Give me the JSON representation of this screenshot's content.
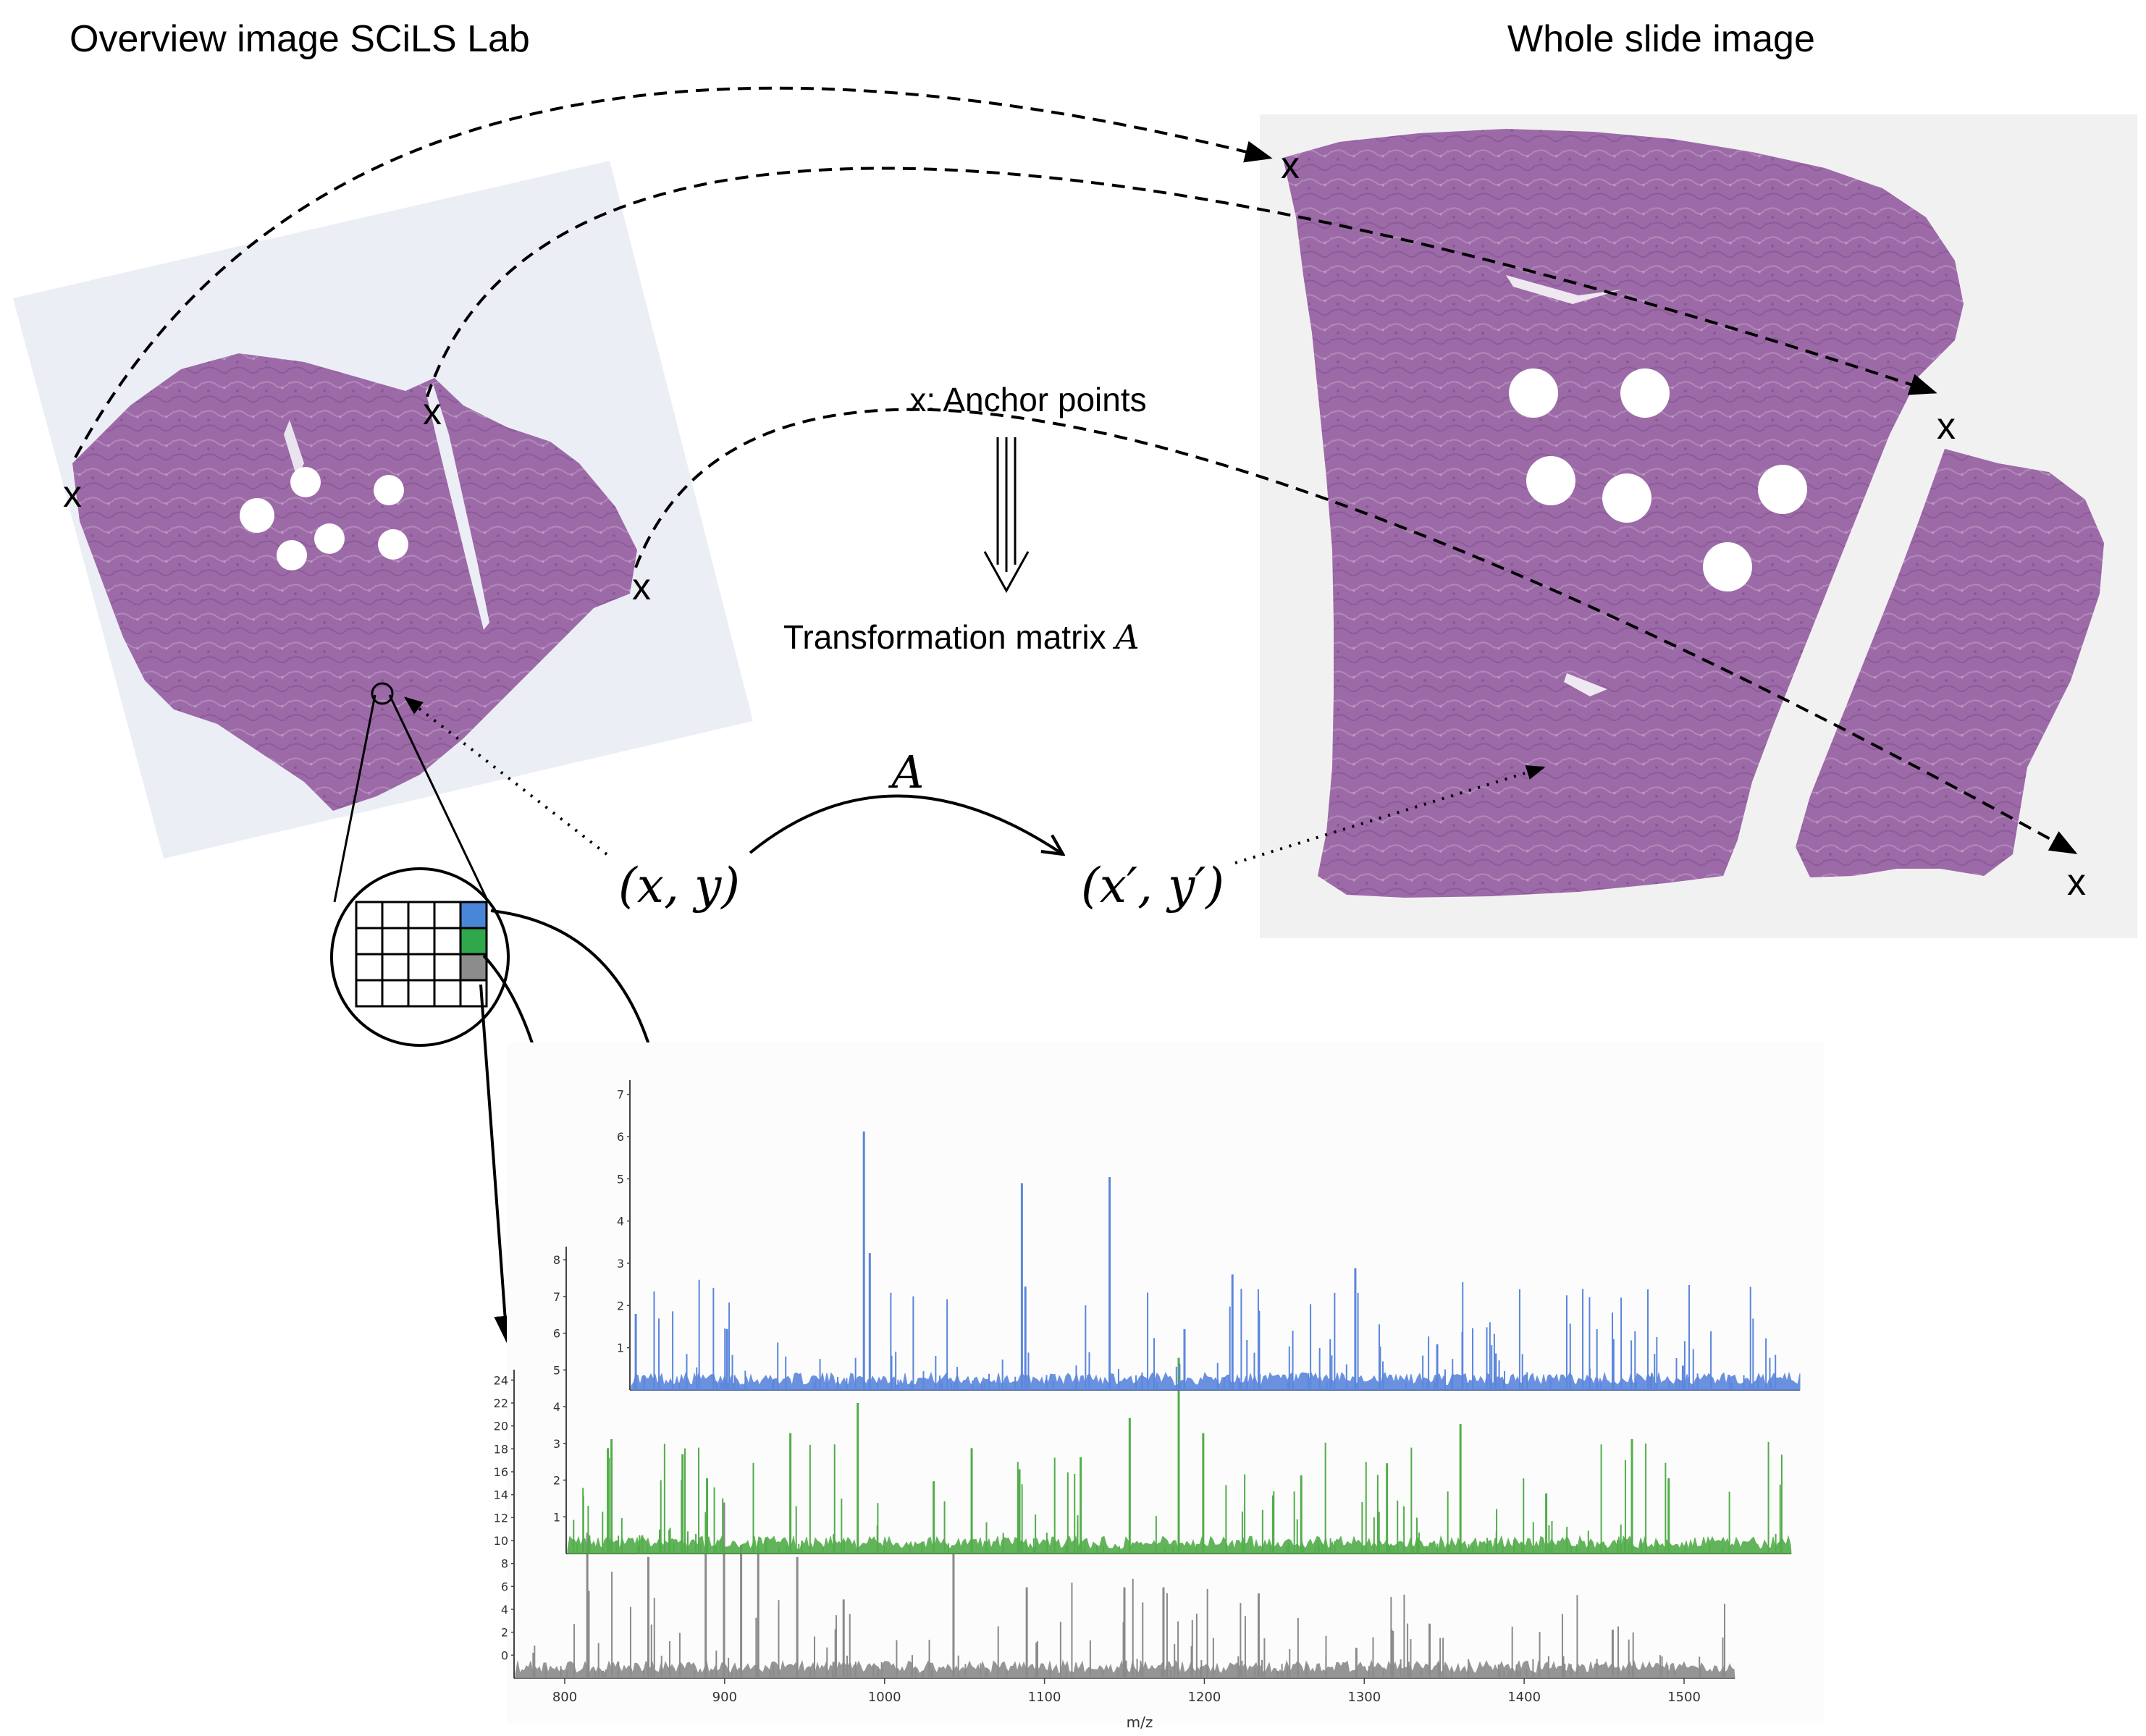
{
  "titles": {
    "left": "Overview image SCiLS Lab",
    "right": "Whole slide image"
  },
  "anchor_marker": "x",
  "legend": {
    "anchor_points": "x: Anchor points",
    "transformation_prefix": "Transformation matrix ",
    "transformation_symbol": "A"
  },
  "mapping": {
    "arrow_label": "A",
    "source_coords": "(x, y)",
    "target_coords": "(x′, y′)"
  },
  "spectra": {
    "xlabel": "m/z",
    "x_ticks": [
      "800",
      "900",
      "1000",
      "1100",
      "1200",
      "1300",
      "1400",
      "1500"
    ],
    "blue_yticks": [
      "1",
      "2",
      "3",
      "4",
      "5",
      "6",
      "7"
    ],
    "green_yticks": [
      "1",
      "2",
      "3",
      "4",
      "5",
      "6",
      "7",
      "8"
    ],
    "gray_yticks": [
      "0",
      "2",
      "4",
      "6",
      "8",
      "10",
      "12",
      "14",
      "16",
      "18",
      "20",
      "22",
      "24"
    ]
  },
  "colors": {
    "tissue": "#9d6aa8",
    "tissue_dark": "#8a5798",
    "slide_bg": "#eceef6",
    "wsi_bg": "#f2f1f2",
    "blue_pixel": "#4a86d8",
    "green_pixel": "#2ea84a",
    "gray_pixel": "#8c8c8c",
    "blue_spectrum": "#5b86dc",
    "green_spectrum": "#52ad4a",
    "gray_spectrum": "#8a8a8a"
  }
}
